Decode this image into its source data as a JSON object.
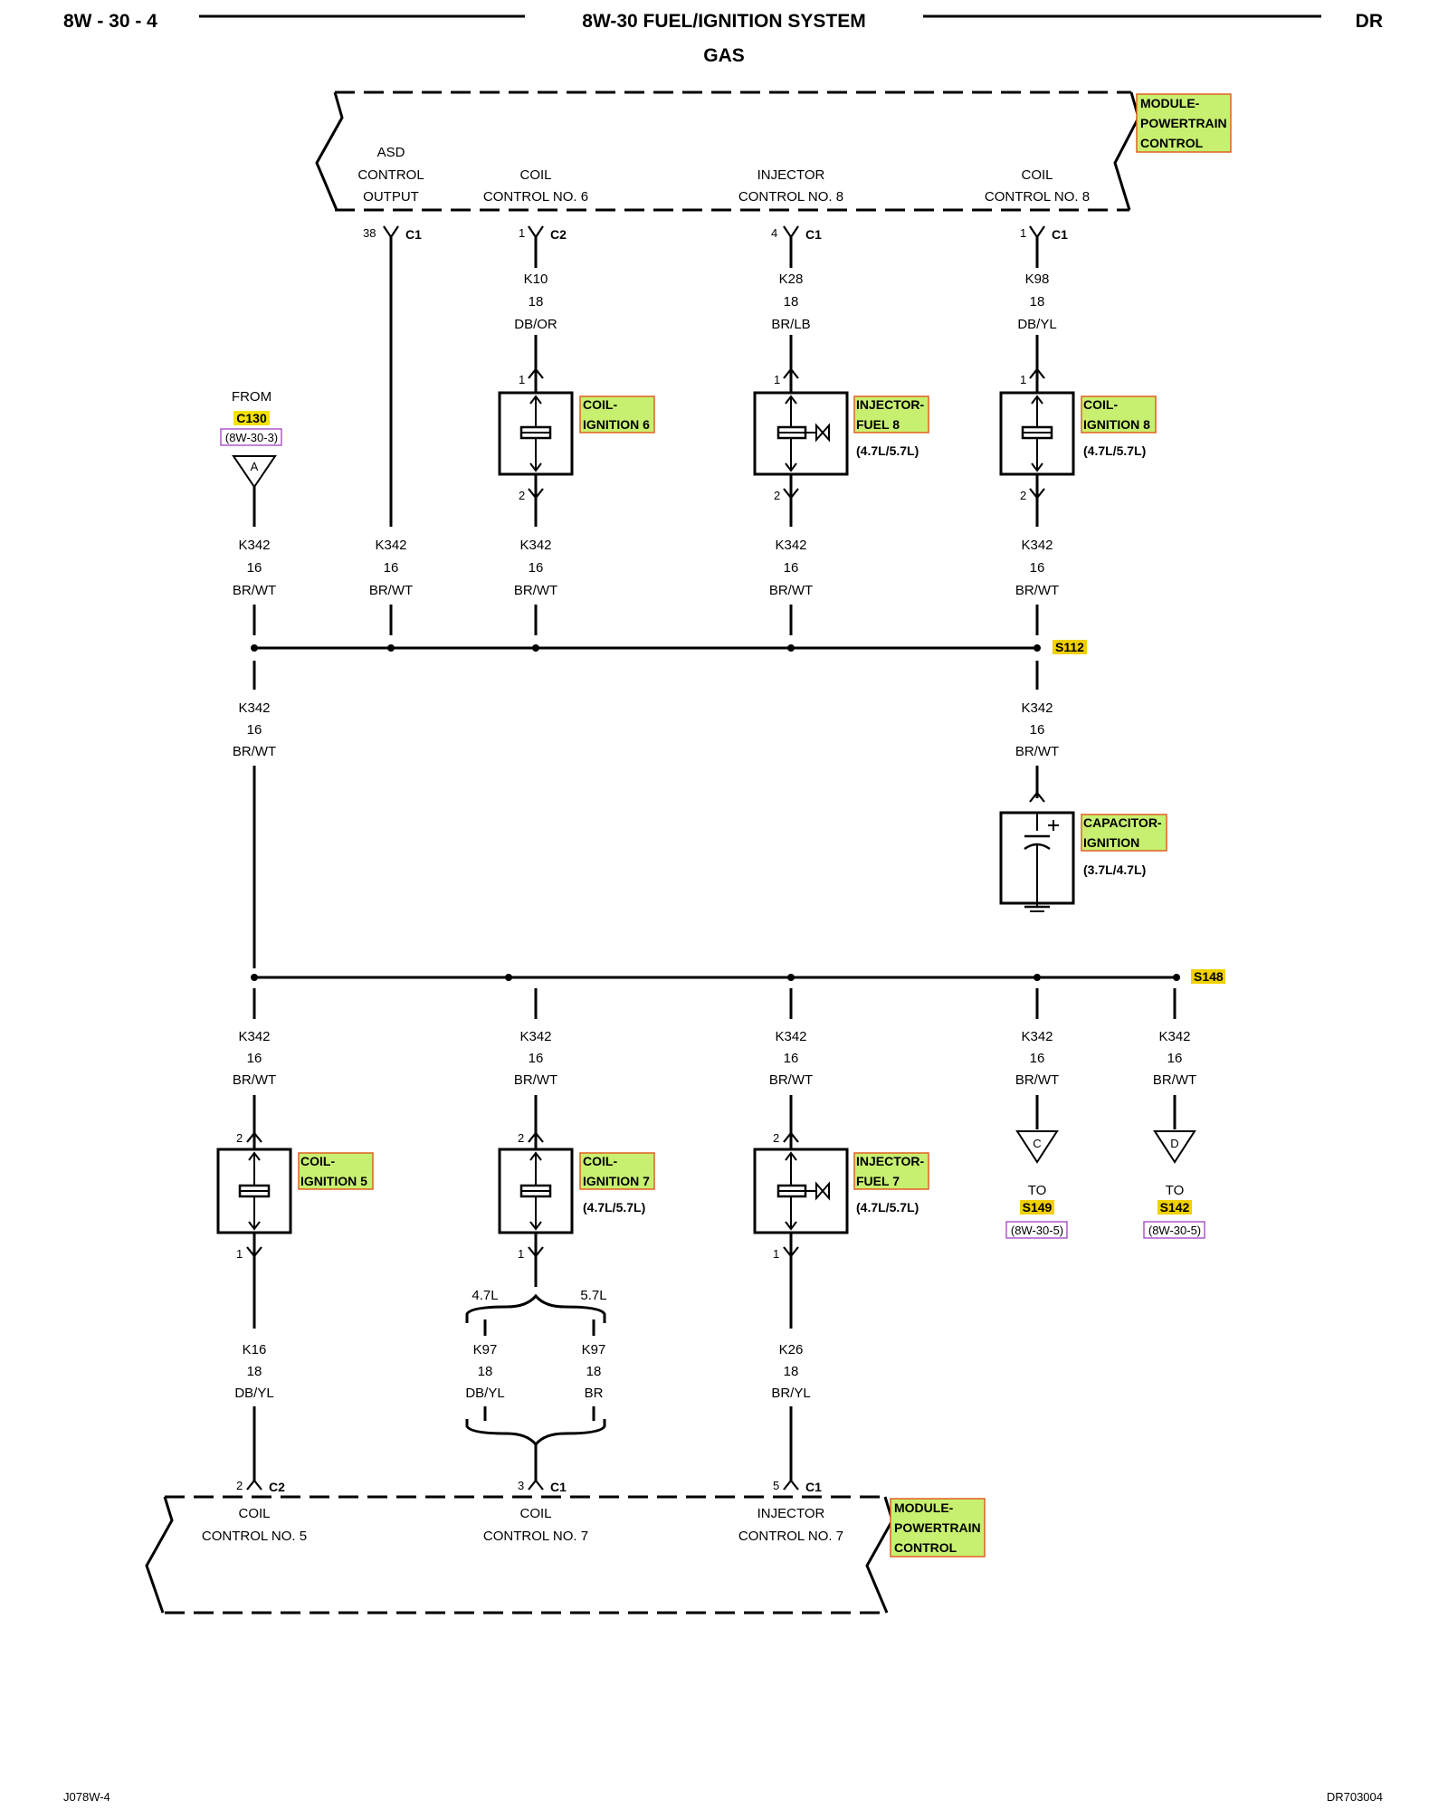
{
  "header": {
    "left": "8W - 30 - 4",
    "title": "8W-30 FUEL/IGNITION SYSTEM",
    "subtitle": "GAS",
    "right": "DR"
  },
  "pcm_top": {
    "module_label": [
      "MODULE-",
      "POWERTRAIN",
      "CONTROL"
    ],
    "terminals": [
      {
        "lines": [
          "ASD",
          "CONTROL",
          "OUTPUT"
        ],
        "pin": "38",
        "conn": "C1",
        "circuit": []
      },
      {
        "lines": [
          "COIL",
          "CONTROL NO. 6"
        ],
        "pin": "1",
        "conn": "C2",
        "circuit": [
          "K10",
          "18",
          "DB/OR"
        ]
      },
      {
        "lines": [
          "INJECTOR",
          "CONTROL NO. 8"
        ],
        "pin": "4",
        "conn": "C1",
        "circuit": [
          "K28",
          "18",
          "BR/LB"
        ]
      },
      {
        "lines": [
          "COIL",
          "CONTROL NO. 8"
        ],
        "pin": "1",
        "conn": "C1",
        "circuit": [
          "K98",
          "18",
          "DB/YL"
        ]
      }
    ]
  },
  "from_c130": {
    "from": "FROM",
    "conn": "C130",
    "ref": "(8W-30-3)",
    "letter": "A"
  },
  "components_top": [
    {
      "name": [
        "COIL-",
        "IGNITION 6"
      ],
      "note": "",
      "pin_top": "1",
      "pin_bottom": "2"
    },
    {
      "name": [
        "INJECTOR-",
        "FUEL 8"
      ],
      "note": "(4.7L/5.7L)",
      "pin_top": "1",
      "pin_bottom": "2"
    },
    {
      "name": [
        "COIL-",
        "IGNITION 8"
      ],
      "note": "(4.7L/5.7L)",
      "pin_top": "1",
      "pin_bottom": "2"
    }
  ],
  "k342": [
    "K342",
    "16",
    "BR/WT"
  ],
  "splice_s112": "S112",
  "capacitor": {
    "name": [
      "CAPACITOR-",
      "IGNITION"
    ],
    "note": "(3.7L/4.7L)"
  },
  "splice_s148": "S148",
  "components_bottom": [
    {
      "name": [
        "COIL-",
        "IGNITION 5"
      ],
      "note": "",
      "pin_top": "2",
      "pin_bottom": "1"
    },
    {
      "name": [
        "COIL-",
        "IGNITION 7"
      ],
      "note": "(4.7L/5.7L)",
      "pin_top": "2",
      "pin_bottom": "1"
    },
    {
      "name": [
        "INJECTOR-",
        "FUEL 7"
      ],
      "note": "(4.7L/5.7L)",
      "pin_top": "2",
      "pin_bottom": "1"
    }
  ],
  "to_refs": [
    {
      "letter": "C",
      "to": "TO",
      "splice": "S149",
      "ref": "(8W-30-5)"
    },
    {
      "letter": "D",
      "to": "TO",
      "splice": "S142",
      "ref": "(8W-30-5)"
    }
  ],
  "k16": [
    "K16",
    "18",
    "DB/YL"
  ],
  "k97_a": [
    "K97",
    "18",
    "DB/YL"
  ],
  "k97_b": [
    "K97",
    "18",
    "BR"
  ],
  "k26": [
    "K26",
    "18",
    "BR/YL"
  ],
  "engine_a": "4.7L",
  "engine_b": "5.7L",
  "pcm_bottom": {
    "module_label": [
      "MODULE-",
      "POWERTRAIN",
      "CONTROL"
    ],
    "terminals": [
      {
        "lines": [
          "COIL",
          "CONTROL NO. 5"
        ],
        "pin": "2",
        "conn": "C2"
      },
      {
        "lines": [
          "COIL",
          "CONTROL NO. 7"
        ],
        "pin": "3",
        "conn": "C1"
      },
      {
        "lines": [
          "INJECTOR",
          "CONTROL NO. 7"
        ],
        "pin": "5",
        "conn": "C1"
      }
    ]
  },
  "footer": {
    "left": "J078W-4",
    "right": "DR703004"
  }
}
